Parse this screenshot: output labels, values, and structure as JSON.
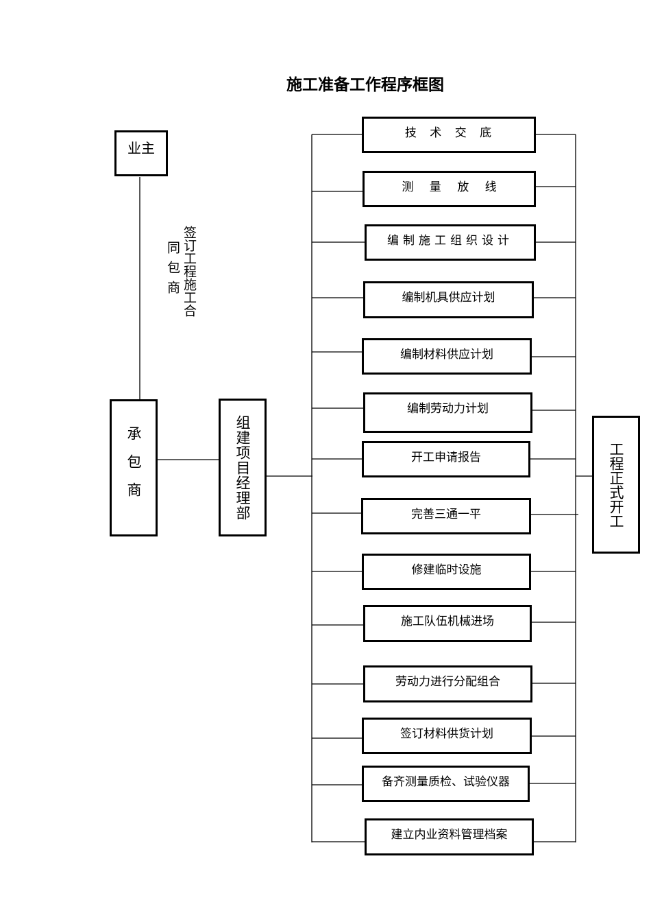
{
  "title": "施工准备工作程序框图",
  "owner": "业主",
  "contract_note": {
    "col1": "签订工程施工合",
    "col2": "同包商"
  },
  "contractor": "承包商",
  "project_dept": "组建项目经理部",
  "steps": [
    "技 术 交 底",
    "测 量 放 线",
    "编制施工组织设计",
    "编制机具供应计划",
    "编制材料供应计划",
    "编制劳动力计划",
    "开工申请报告",
    "完善三通一平",
    "修建临时设施",
    "施工队伍机械进场",
    "劳动力进行分配组合",
    "签订材料供货计划",
    "备齐测量质检、试验仪器",
    "建立内业资料管理档案"
  ],
  "final": "工程正式开工"
}
